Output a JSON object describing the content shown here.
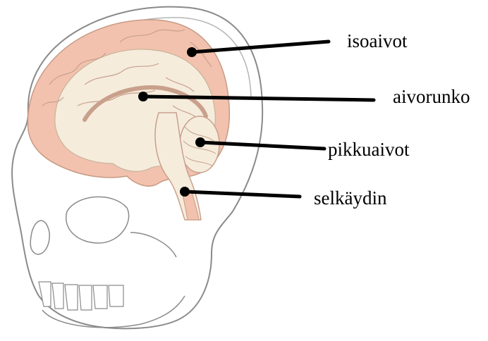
{
  "diagram": {
    "labels": {
      "cerebrum": "isoaivot",
      "brainstem": "aivorunko",
      "cerebellum": "pikkuaivot",
      "spinal_cord": "selkäydin"
    },
    "colors": {
      "skull_outline": "#8a8a8a",
      "brain_cortex": "#f2c2ae",
      "brain_inner": "#f5ecdc",
      "leader_line": "#000000",
      "text": "#000000"
    }
  }
}
